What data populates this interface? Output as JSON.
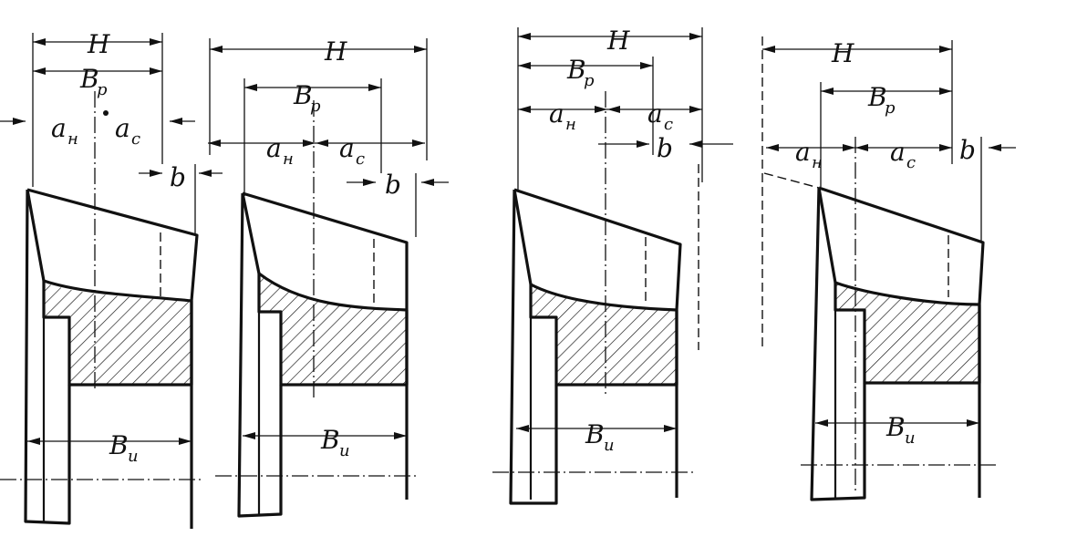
{
  "labels": {
    "H": "H",
    "Bp_main": "B",
    "Bp_sub": "p",
    "an_main": "a",
    "an_sub": "н",
    "ac_main": "a",
    "ac_sub": "c",
    "b": "b",
    "Bu_main": "B",
    "Bu_sub": "u"
  },
  "colors": {
    "ink": "#111111",
    "paper": "#ffffff"
  }
}
